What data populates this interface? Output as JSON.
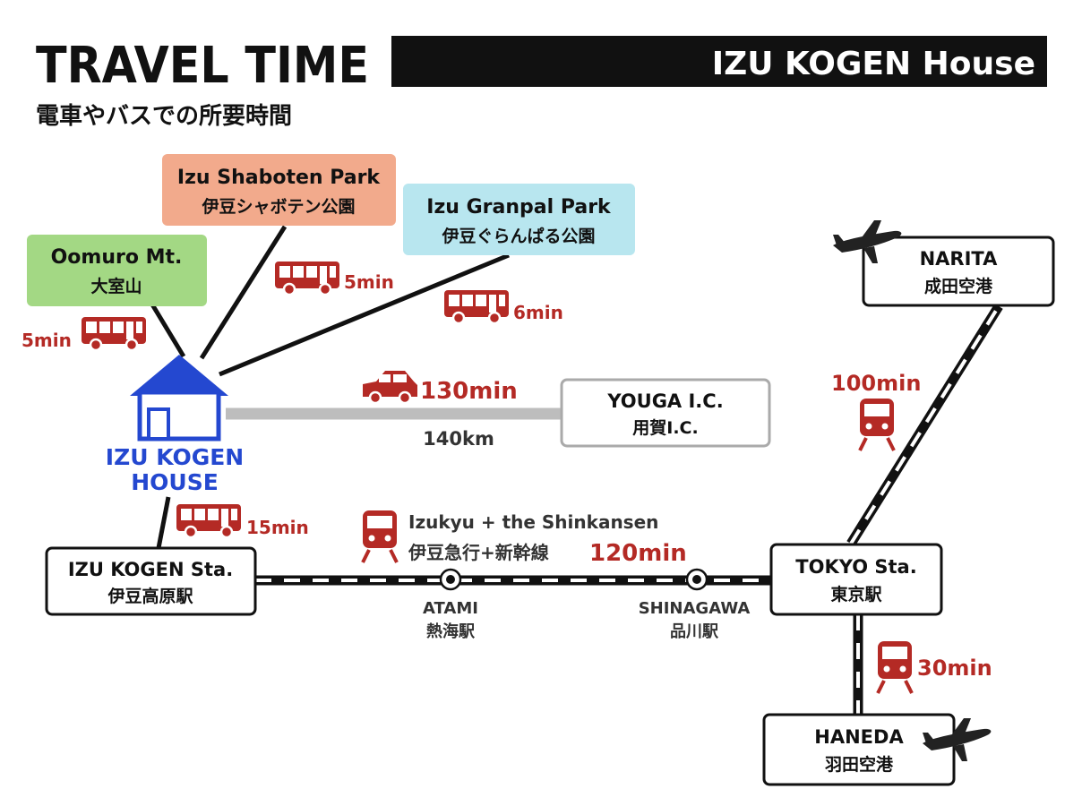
{
  "header": {
    "title": "TRAVEL TIME",
    "subtitle": "電車やバスでの所要時間",
    "banner": "IZU KOGEN House"
  },
  "places": {
    "shaboten": {
      "en": "Izu Shaboten Park",
      "jp": "伊豆シャボテン公園"
    },
    "granpal": {
      "en": "Izu Granpal Park",
      "jp": "伊豆ぐらんぱる公園"
    },
    "oomuro": {
      "en": "Oomuro Mt.",
      "jp": "大室山"
    },
    "house": {
      "line1": "IZU KOGEN",
      "line2": "HOUSE"
    },
    "youga": {
      "en": "YOUGA I.C.",
      "jp": "用賀I.C."
    },
    "station": {
      "en": "IZU KOGEN Sta.",
      "jp": "伊豆高原駅"
    },
    "tokyo": {
      "en": "TOKYO Sta.",
      "jp": "東京駅"
    },
    "narita": {
      "en": "NARITA",
      "jp": "成田空港"
    },
    "haneda": {
      "en": "HANEDA",
      "jp": "羽田空港"
    },
    "atami": {
      "en": "ATAMI",
      "jp": "熱海駅"
    },
    "shinagawa": {
      "en": "SHINAGAWA",
      "jp": "品川駅"
    }
  },
  "times": {
    "oomuro_bus": "5min",
    "shaboten_bus": "5min",
    "granpal_bus": "6min",
    "car": "130min",
    "distance": "140km",
    "station_bus": "15min",
    "train_en": "Izukyu + the Shinkansen",
    "train_jp": "伊豆急行+新幹線",
    "train_time": "120min",
    "narita_train": "100min",
    "haneda_train": "30min"
  },
  "colors": {
    "accent_red": "#b42a25",
    "house_blue": "#2448d0",
    "oomuro_bg": "#a3d884",
    "shaboten_bg": "#f2aa8c",
    "granpal_bg": "#b8e6ef"
  }
}
